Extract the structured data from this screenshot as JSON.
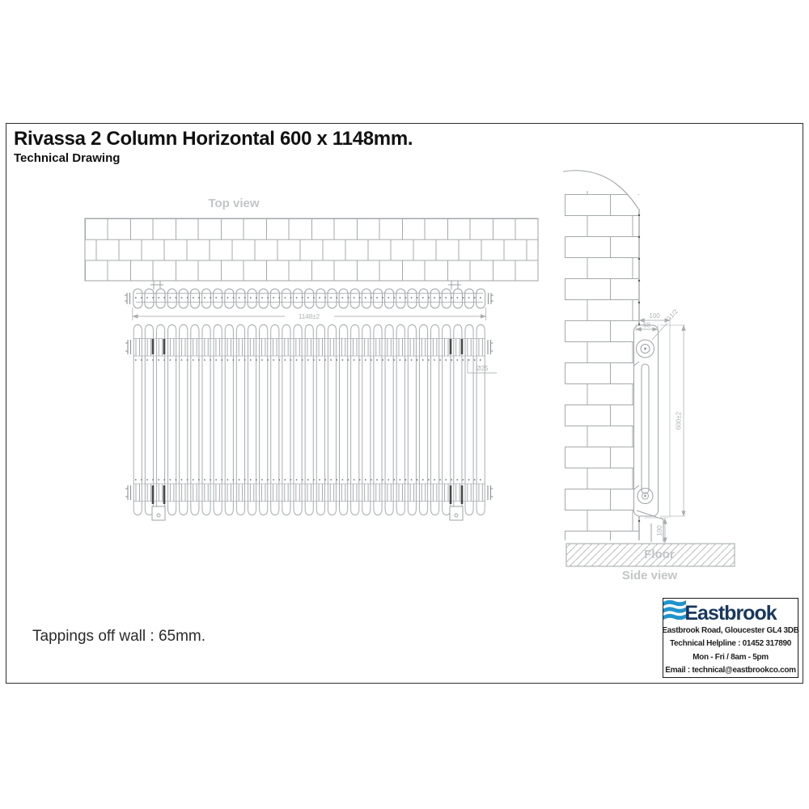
{
  "header": {
    "title": "Rivassa 2 Column Horizontal 600 x 1148mm.",
    "subtitle": "Technical Drawing"
  },
  "note": {
    "tappings": "Tappings off wall : 65mm."
  },
  "views": {
    "top": {
      "label": "Top view",
      "dims": {
        "width": "1148±2"
      }
    },
    "front": {
      "dims": {
        "column_diameter": "Ø25"
      }
    },
    "side": {
      "label": "Side view",
      "floor_label": "Floor",
      "dims": {
        "depth": "100",
        "column_pitch": "68",
        "thread": "G1/2",
        "height": "600±2",
        "floor_clearance": "100"
      }
    }
  },
  "infobox": {
    "brand": "Eastbrook",
    "lines": [
      "Eastbrook Road, Gloucester GL4 3DB",
      "Technical Helpline : 01452 317890",
      "Mon - Fri / 8am - 5pm",
      "Email : technical@eastbrookco.com"
    ]
  },
  "colors": {
    "drawing_line": "#9ea3a6",
    "dimension": "#aeb2b4",
    "view_label": "#c2c5c7",
    "bracket_dark": "#474747",
    "brand_navy": "#17375e",
    "brand_blue": "#2193cc",
    "ink": "#111111"
  }
}
